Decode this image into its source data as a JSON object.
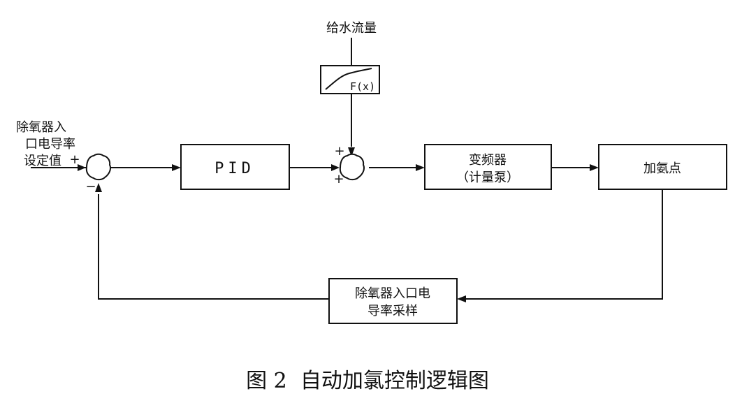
{
  "inputs": {
    "feedwater_flow": "给水流量",
    "setpoint_line1": "除氧器入",
    "setpoint_line2": "口电导率",
    "setpoint_line3": "设定值"
  },
  "signs": {
    "plus": "+",
    "minus": "−"
  },
  "blocks": {
    "function": "F(x)",
    "pid": "PID",
    "vfd_line1": "变频器",
    "vfd_line2": "（计量泵）",
    "dosing_point": "加氨点",
    "sampling_line1": "除氧器入口电",
    "sampling_line2": "导率采样"
  },
  "caption": "图 2  自动加氯控制逻辑图"
}
